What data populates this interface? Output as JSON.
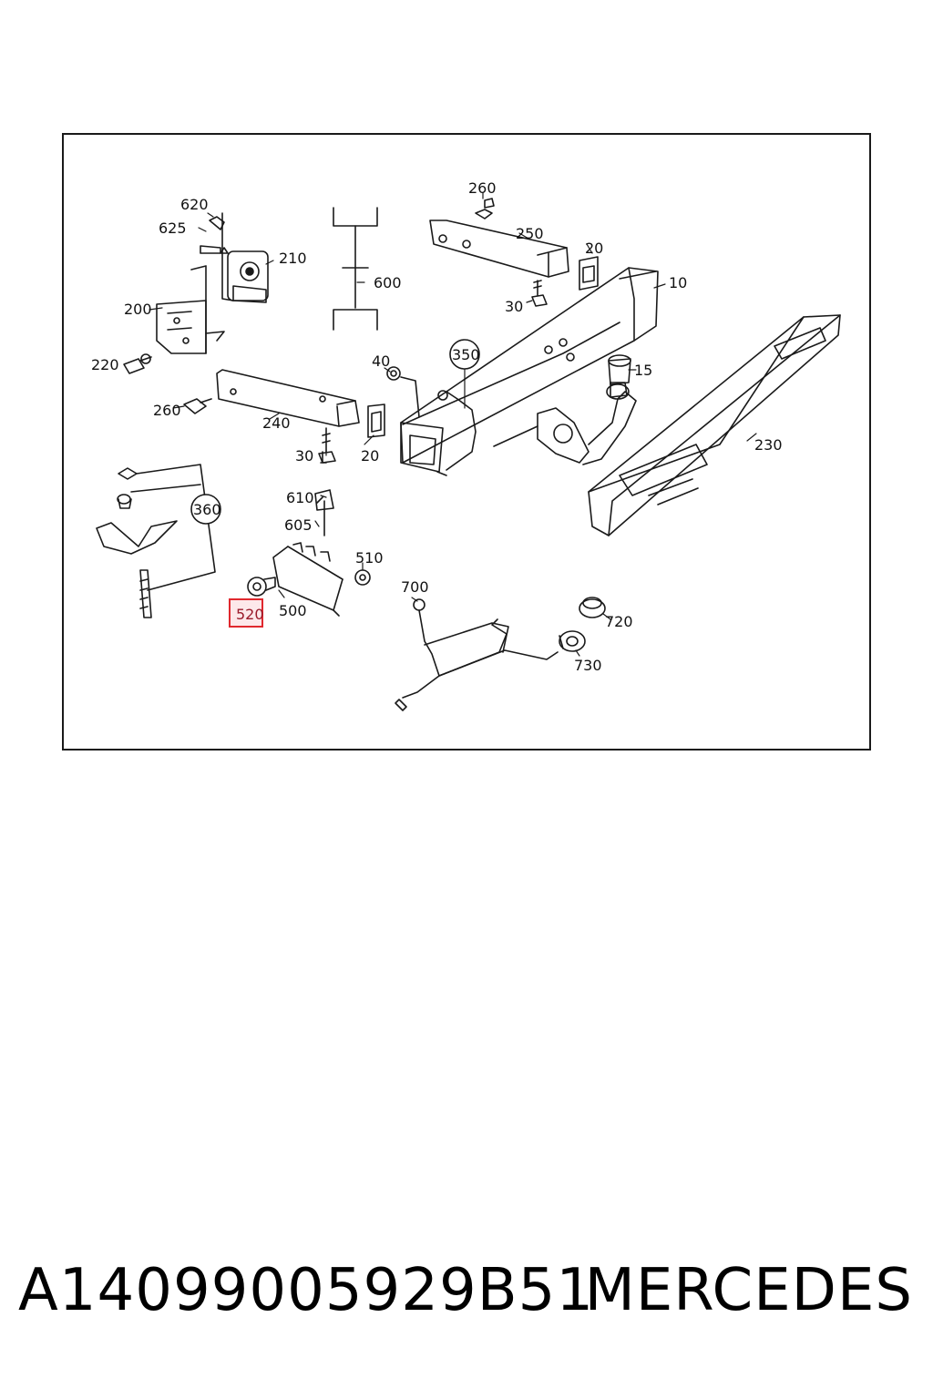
{
  "diagram": {
    "callouts": {
      "c10": "10",
      "c15": "15",
      "c20a": "20",
      "c20b": "20",
      "c30a": "30",
      "c30b": "30",
      "c40": "40",
      "c200": "200",
      "c210": "210",
      "c220": "220",
      "c230": "230",
      "c240": "240",
      "c250": "250",
      "c260a": "260",
      "c260b": "260",
      "c350": "350",
      "c360": "360",
      "c500": "500",
      "c510": "510",
      "c520": "520",
      "c600": "600",
      "c605": "605",
      "c610": "610",
      "c620": "620",
      "c625": "625",
      "c700": "700",
      "c720": "720",
      "c730": "730"
    },
    "highlighted_part": "520",
    "highlight_color": "#e0282e"
  },
  "footer": {
    "part_number": "A14099005929B51",
    "brand": "MERCEDES"
  }
}
